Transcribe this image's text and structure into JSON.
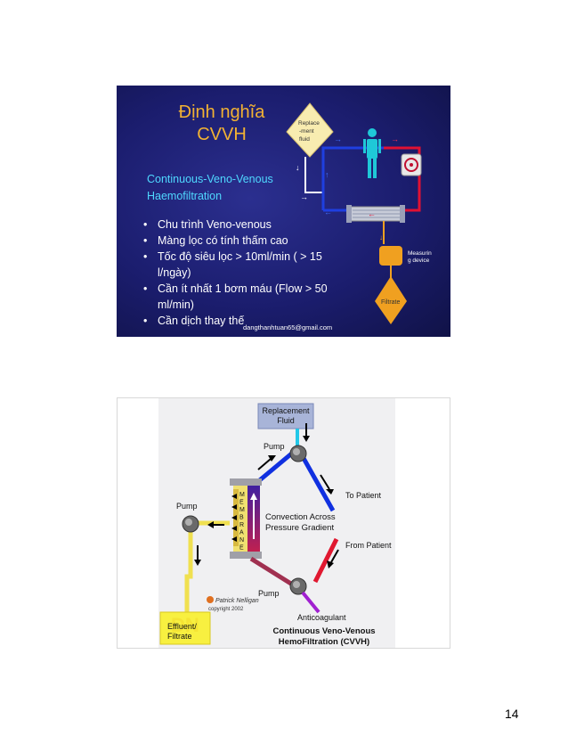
{
  "slide1": {
    "title": "Định nghĩa\nCVVH",
    "subtitle_line1": "Continuous-Veno-Venous",
    "subtitle_line2": "Haemofiltration",
    "bullets": [
      "Chu trình Veno-venous",
      "Màng lọc có tính thấm cao",
      "Tốc độ siêu lọc > 10ml/min ( > 15 l/ngày)",
      "Cần ít nhất 1 bơm máu (Flow > 50 ml/min)",
      "Cần dịch thay thế"
    ],
    "email": "dangthanhtuan65@gmail.com",
    "diagram": {
      "replacement_label": [
        "Replace",
        "-ment",
        "fluid"
      ],
      "measuring_label": [
        "Measurin",
        "g device"
      ],
      "filtrate_label": "Filtrate"
    }
  },
  "slide2": {
    "replacement_fluid": [
      "Replacement",
      "Fluid"
    ],
    "pump_top": "Pump",
    "pump_left": "Pump",
    "pump_bottom": "Pump",
    "to_patient": "To Patient",
    "from_patient": "From Patient",
    "convection": [
      "Convection Across",
      "Pressure Gradient"
    ],
    "membrane_letters": [
      "M",
      "E",
      "M",
      "B",
      "R",
      "A",
      "N",
      "E"
    ],
    "anticoagulant": "Anticoagulant",
    "effluent": [
      "Effluent/",
      "Filtrate"
    ],
    "caption": [
      "Continuous Veno-Venous",
      "HemoFiltration (CVVH)"
    ],
    "signature": "Patrick Nelligan",
    "copyright": "copyright 2002"
  },
  "page_number": "14",
  "colors": {
    "slide_bg": "#1b1d6e",
    "title_gold": "#f2b233",
    "subtitle_cyan": "#4fd8ff",
    "venous_blue": "#2244dd",
    "arterial_red": "#dd1133"
  }
}
